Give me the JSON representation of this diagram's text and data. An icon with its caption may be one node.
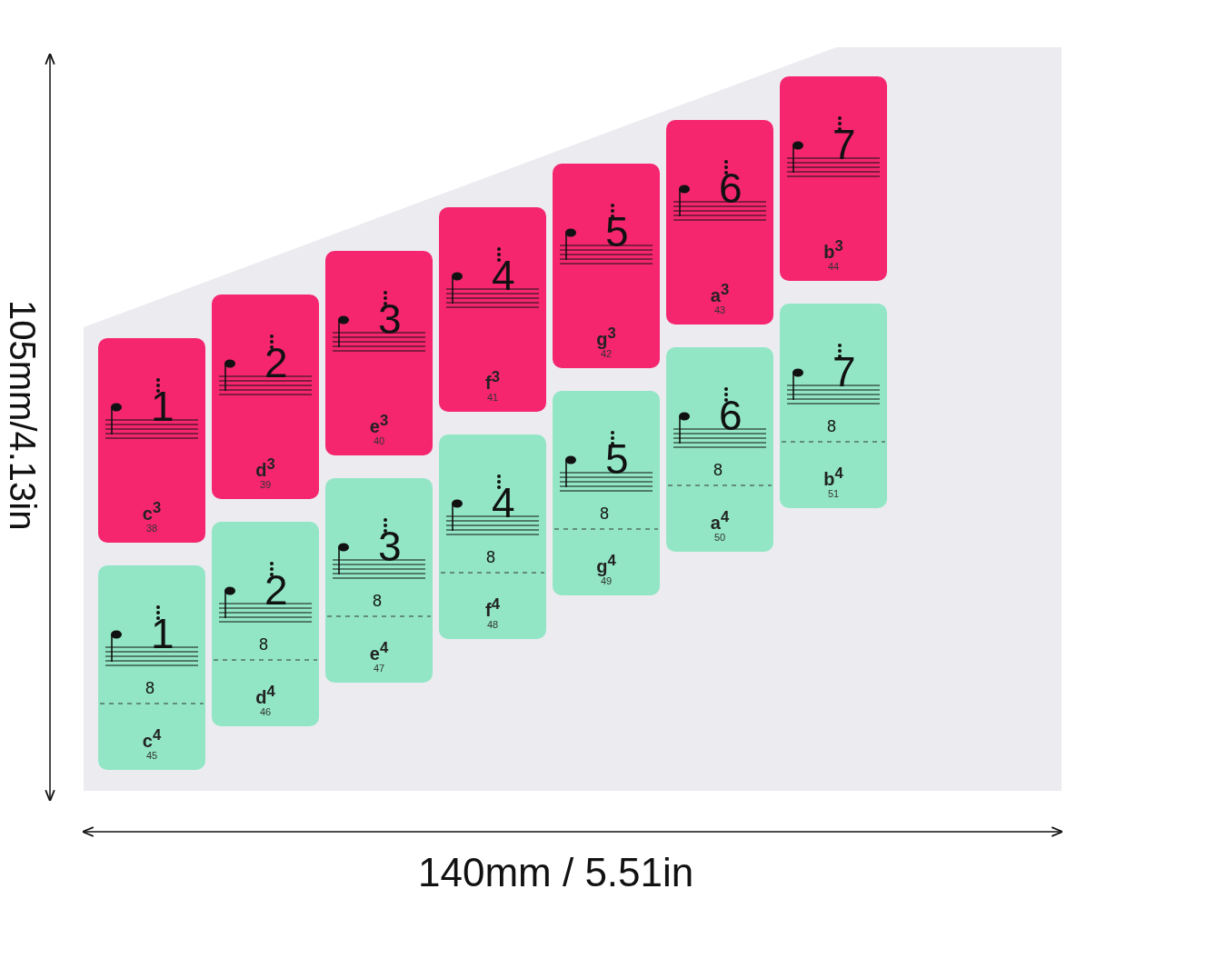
{
  "diagram": {
    "nodes": [
      {
        "text": [
          "1",
          "c$^{3}$",
          "38"
        ]
      },
      {
        "text": [
          "2",
          "d$^{3}$",
          "39"
        ]
      },
      {
        "text": [
          "3",
          "e$^{3}$",
          "40"
        ]
      },
      {
        "text": [
          "4",
          "f$^{3}$",
          "41"
        ]
      },
      {
        "text": [
          "5",
          "g$^{3}$",
          "42"
        ]
      },
      {
        "text": [
          "6",
          "a$^{3}$",
          "43"
        ]
      },
      {
        "text": [
          "7",
          "b$^{3}$",
          "44"
        ]
      },
      {
        "text": [
          "1",
          "8",
          "c$^{4}$",
          "45"
        ]
      },
      {
        "text": [
          "2",
          "8",
          "d$^{4}$",
          "46"
        ]
      },
      {
        "text": [
          "3",
          "8",
          "e$^{4}$",
          "47"
        ]
      },
      {
        "text": [
          "4",
          "8",
          "f$^{4}$",
          "48"
        ]
      },
      {
        "text": [
          "5",
          "8",
          "g$^{4}$",
          "49"
        ]
      },
      {
        "text": [
          "6",
          "8",
          "a$^{4}$",
          "50"
        ]
      },
      {
        "text": [
          "7",
          "8",
          "b$^{4}$",
          "51"
        ]
      }
    ],
    "edges": [],
    "labels": [
      "105mm/4.13in",
      "140mm / 5.51in"
    ]
  }
}
